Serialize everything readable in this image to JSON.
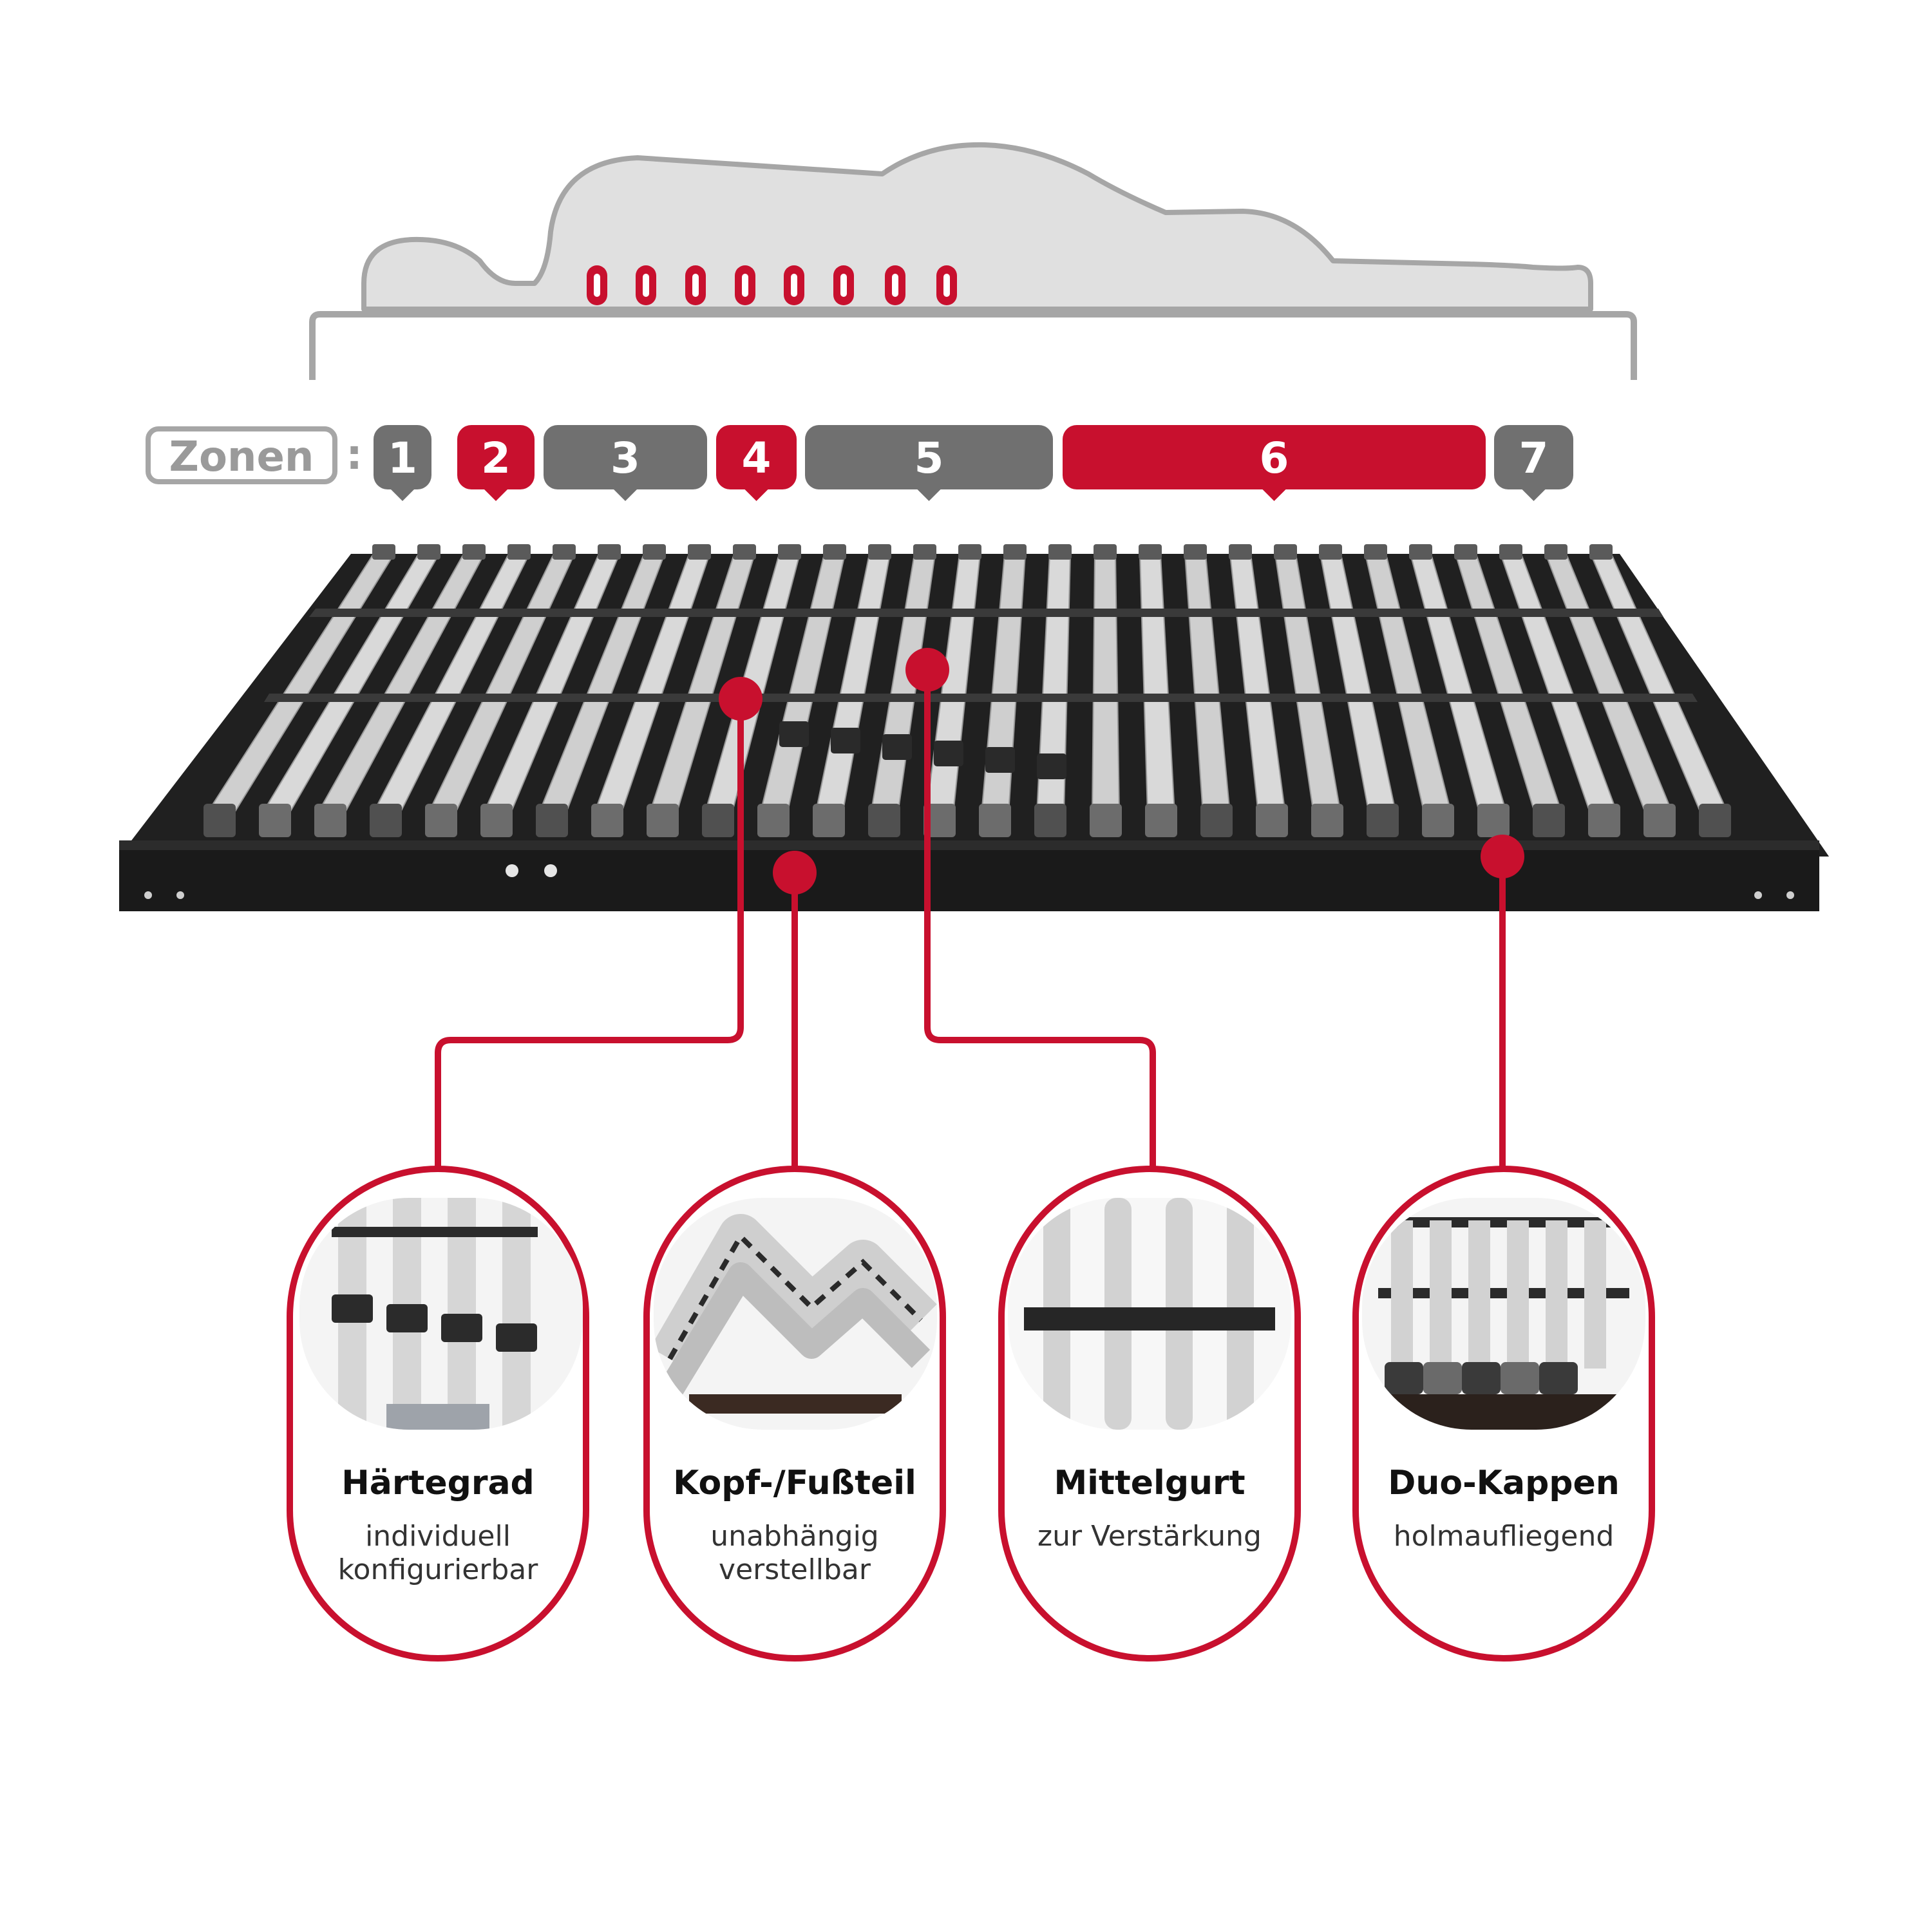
{
  "colors": {
    "accent_red": "#c8102e",
    "zone_gray": "#707070",
    "outline_gray": "#a6a6a6",
    "pillow_fill": "#e0e0e0",
    "frame_black": "#1c1c1c",
    "slat_light": "#d8d8d8"
  },
  "zones_label": "Zonen",
  "zones_separator": ":",
  "zones": [
    {
      "label": "1",
      "highlight": false
    },
    {
      "label": "2",
      "highlight": true
    },
    {
      "label": "3",
      "highlight": false
    },
    {
      "label": "4",
      "highlight": true
    },
    {
      "label": "5",
      "highlight": false
    },
    {
      "label": "6",
      "highlight": true
    },
    {
      "label": "7",
      "highlight": false
    }
  ],
  "features": [
    {
      "title": "Härtegrad",
      "subtitle_lines": [
        "individuell",
        "konfigurierbar"
      ],
      "illustration": "slat-caps-closeup"
    },
    {
      "title": "Kopf-/Fußteil",
      "subtitle_lines": [
        "unabhängig",
        "verstellbar"
      ],
      "illustration": "adjustable-frame"
    },
    {
      "title": "Mittelgurt",
      "subtitle_lines": [
        "zur Verstärkung"
      ],
      "illustration": "middle-strap"
    },
    {
      "title": "Duo-Kappen",
      "subtitle_lines": [
        "holmaufliegend"
      ],
      "illustration": "duo-caps"
    }
  ]
}
